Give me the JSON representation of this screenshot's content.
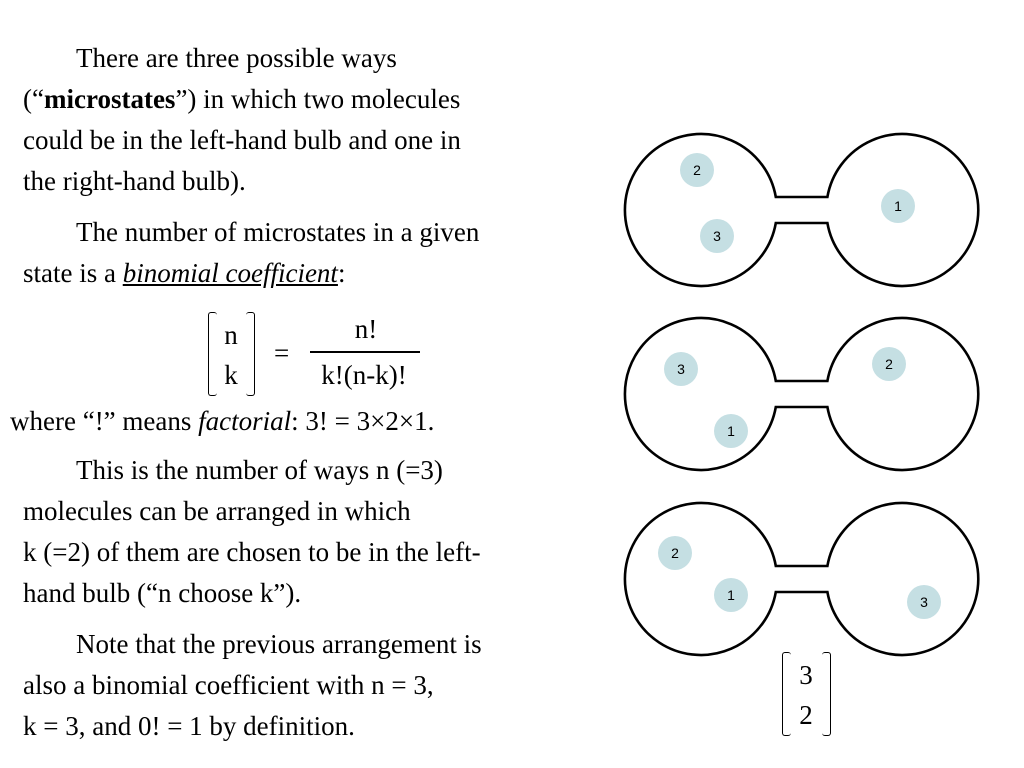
{
  "paragraphs": {
    "p1": {
      "l1": "There are three possible ways",
      "l2_pre": "(“",
      "l2_bold": "microstates",
      "l2_post": "”) in which two molecules",
      "l3": "could be in the left-hand bulb and one in",
      "l4": "the right-hand bulb)."
    },
    "p2": {
      "l1": "The number of microstates in a given",
      "l2_pre": "state is a ",
      "l2_term": "binomial coefficient",
      "l2_post": ":"
    },
    "formula": {
      "top": "n",
      "bottom": "k",
      "equals": "=",
      "numerator": "n!",
      "denominator": "k!(n-k)!"
    },
    "factorial": {
      "pre": "where “!” means ",
      "term": "factorial",
      "post": ": 3! = 3×2×1."
    },
    "p3": {
      "l1": "This is the number of ways n (=3)",
      "l2": "molecules can be arranged in which",
      "l3": "k (=2) of them are chosen to be in the left-",
      "l4": "hand bulb (“n choose k”)."
    },
    "p4": {
      "l1": "Note that the previous arrangement is",
      "l2": "also a binomial coefficient with n = 3,",
      "l3": "k = 3, and 0! = 1 by definition."
    }
  },
  "diagrams": [
    {
      "molecules": [
        "2",
        "3",
        "1"
      ]
    },
    {
      "molecules": [
        "3",
        "1",
        "2"
      ]
    },
    {
      "molecules": [
        "2",
        "1",
        "3"
      ]
    }
  ],
  "bottom_binomial": {
    "top": "3",
    "bottom": "2"
  },
  "colors": {
    "molecule_fill": "#c5dfe3",
    "outline": "#000000"
  }
}
